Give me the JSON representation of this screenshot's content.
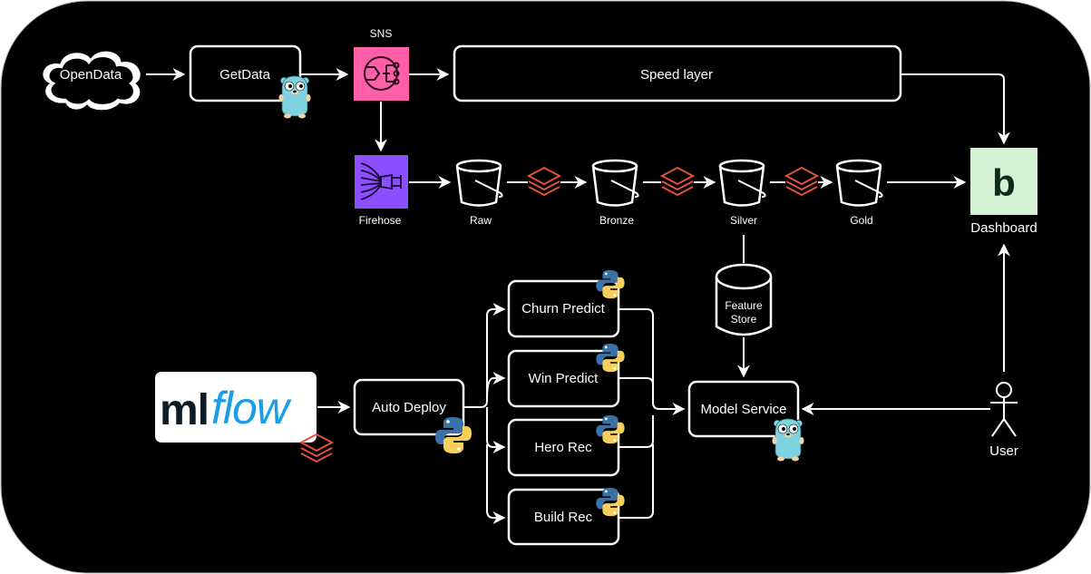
{
  "nodes": {
    "opendata": "OpenData",
    "getdata": "GetData",
    "sns": "SNS",
    "speed_layer": "Speed layer",
    "firehose": "Firehose",
    "raw": "Raw",
    "bronze": "Bronze",
    "silver": "Silver",
    "gold": "Gold",
    "dashboard": "Dashboard",
    "dashboard_logo": "b",
    "feature_store_line1": "Feature",
    "feature_store_line2": "Store",
    "mlflow_logo_ml": "ml",
    "mlflow_logo_flow": "flow",
    "auto_deploy": "Auto Deploy",
    "churn_predict": "Churn Predict",
    "win_predict": "Win Predict",
    "hero_rec": "Hero Rec",
    "build_rec": "Build Rec",
    "model_service": "Model Service",
    "user": "User"
  },
  "colors": {
    "background": "#000000",
    "foreground": "#ffffff",
    "sns_pink": "#ff5fa8",
    "firehose_purple": "#8c4fff",
    "dashboard_green": "#d4f1d4",
    "databricks_red": "#e0523a",
    "gopher_blue": "#7dd3e0",
    "python_blue": "#3a72a8",
    "python_yellow": "#f7d05a",
    "mlflow_blue": "#1a9ee6"
  },
  "icons": [
    "cloud-icon",
    "sns-icon",
    "firehose-icon",
    "bucket-icon",
    "databricks-icon",
    "gopher-icon",
    "python-icon",
    "cylinder-icon",
    "stick-figure-icon"
  ]
}
